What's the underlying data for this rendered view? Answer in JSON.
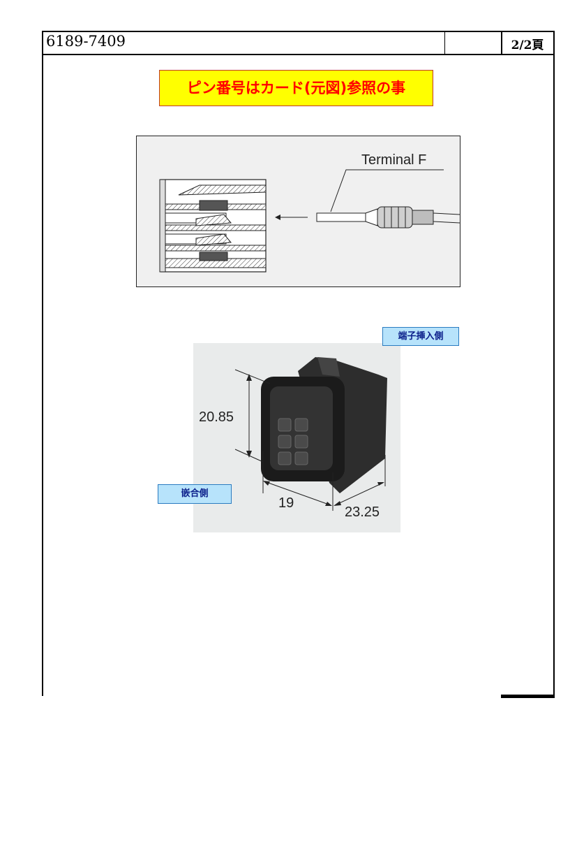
{
  "header": {
    "doc_number": "6189-7409",
    "page": "2/2頁"
  },
  "notice": {
    "text": "ピン番号はカード(元図)参照の事"
  },
  "section_figure": {
    "terminal_label": "Terminal F"
  },
  "photo_figure": {
    "dim_height": "20.85",
    "dim_width": "19",
    "dim_depth": "23.25"
  },
  "tags": {
    "terminal_insertion_side": "端子挿入側",
    "mating_side": "嵌合側"
  }
}
